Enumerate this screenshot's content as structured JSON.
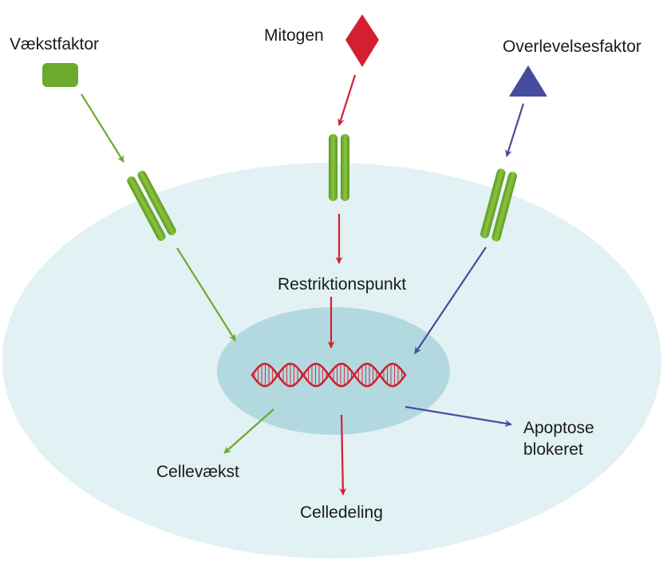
{
  "labels": {
    "vaekstfaktor": "Vækstfaktor",
    "mitogen": "Mitogen",
    "overlevelsesfaktor": "Overlevelsesfaktor",
    "restriktionspunkt": "Restriktionspunkt",
    "cellevaekst": "Cellevækst",
    "celledeling": "Celledeling",
    "apoptose_line1": "Apoptose",
    "apoptose_line2": "blokeret"
  },
  "colors": {
    "green": "#6aab2e",
    "red": "#d31f30",
    "blue": "#474ba0",
    "cell": "#e2f1f3",
    "nucleus": "#b3d9e0",
    "receptor": "#74ab2f"
  }
}
